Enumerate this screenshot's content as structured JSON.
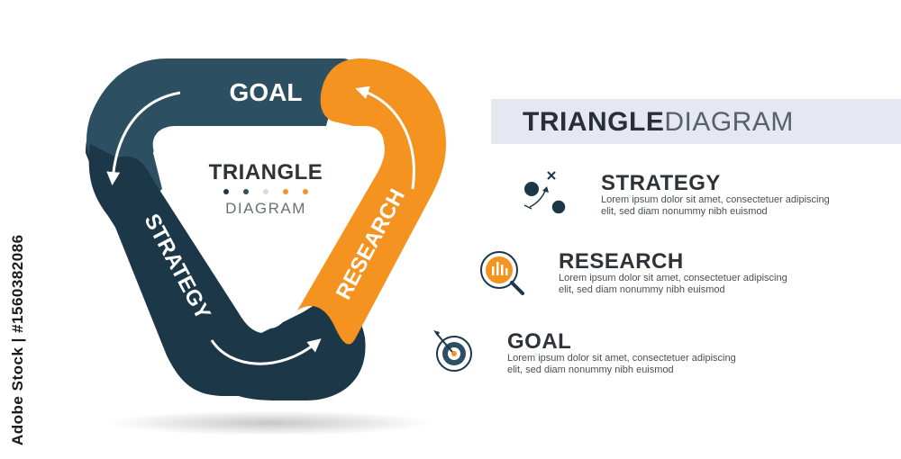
{
  "diagram": {
    "center_title": "TRIANGLE",
    "center_subtitle": "DIAGRAM",
    "segments": [
      {
        "label": "GOAL",
        "color": "#2c5061"
      },
      {
        "label": "STRATEGY",
        "color": "#1c3748"
      },
      {
        "label": "RESEARCH",
        "color": "#f4931f"
      }
    ],
    "dot_colors": [
      "#1c3748",
      "#2c5061",
      "#d8dce2",
      "#f4931f",
      "#f4931f"
    ]
  },
  "header": {
    "title_bold": "TRIANGLE",
    "title_light": "DIAGRAM"
  },
  "items": [
    {
      "title": "STRATEGY",
      "desc_line1": "Lorem ipsum dolor sit amet, consectetuer adipiscing",
      "desc_line2": "elit, sed diam nonummy nibh euismod",
      "icon": "strategy-icon"
    },
    {
      "title": "RESEARCH",
      "desc_line1": "Lorem ipsum dolor sit amet, consectetuer adipiscing",
      "desc_line2": "elit, sed diam nonummy nibh euismod",
      "icon": "research-icon"
    },
    {
      "title": "GOAL",
      "desc_line1": "Lorem ipsum dolor sit amet, consectetuer adipiscing",
      "desc_line2": "elit, sed diam nonummy nibh euismod",
      "icon": "target-icon"
    }
  ],
  "watermark": {
    "side_text": "Adobe Stock | #1560382086"
  },
  "colors": {
    "dark_teal": "#1c3748",
    "mid_teal": "#2c5061",
    "orange": "#f4931f",
    "band": "#e5e8f1"
  }
}
